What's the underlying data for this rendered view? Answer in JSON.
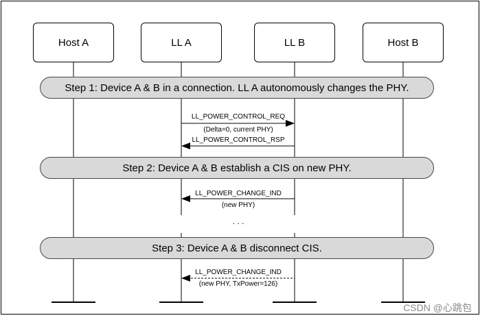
{
  "participants": [
    {
      "label": "Host A"
    },
    {
      "label": "LL A"
    },
    {
      "label": "LL B"
    },
    {
      "label": "Host B"
    }
  ],
  "steps": [
    {
      "label": "Step 1: Device A & B in a connection. LL A autonomously changes the PHY."
    },
    {
      "label": "Step 2: Device A & B establish a CIS on new PHY."
    },
    {
      "label": "Step 3: Device A & B disconnect CIS."
    }
  ],
  "messages": [
    {
      "name": "LL_POWER_CONTROL_REQ",
      "param": "(Delta=0, current PHY)",
      "direction": "A-to-B",
      "style": "solid"
    },
    {
      "name": "LL_POWER_CONTROL_RSP",
      "param": "",
      "direction": "B-to-A",
      "style": "solid"
    },
    {
      "name": "LL_POWER_CHANGE_IND",
      "param": "(new PHY)",
      "direction": "B-to-A",
      "style": "solid"
    },
    {
      "name": "LL_POWER_CHANGE_IND",
      "param": "(new PHY, TxPower=126)",
      "direction": "B-to-A",
      "style": "dashed"
    }
  ],
  "ellipsis": ". . .",
  "watermark": "CSDN @心跳包"
}
